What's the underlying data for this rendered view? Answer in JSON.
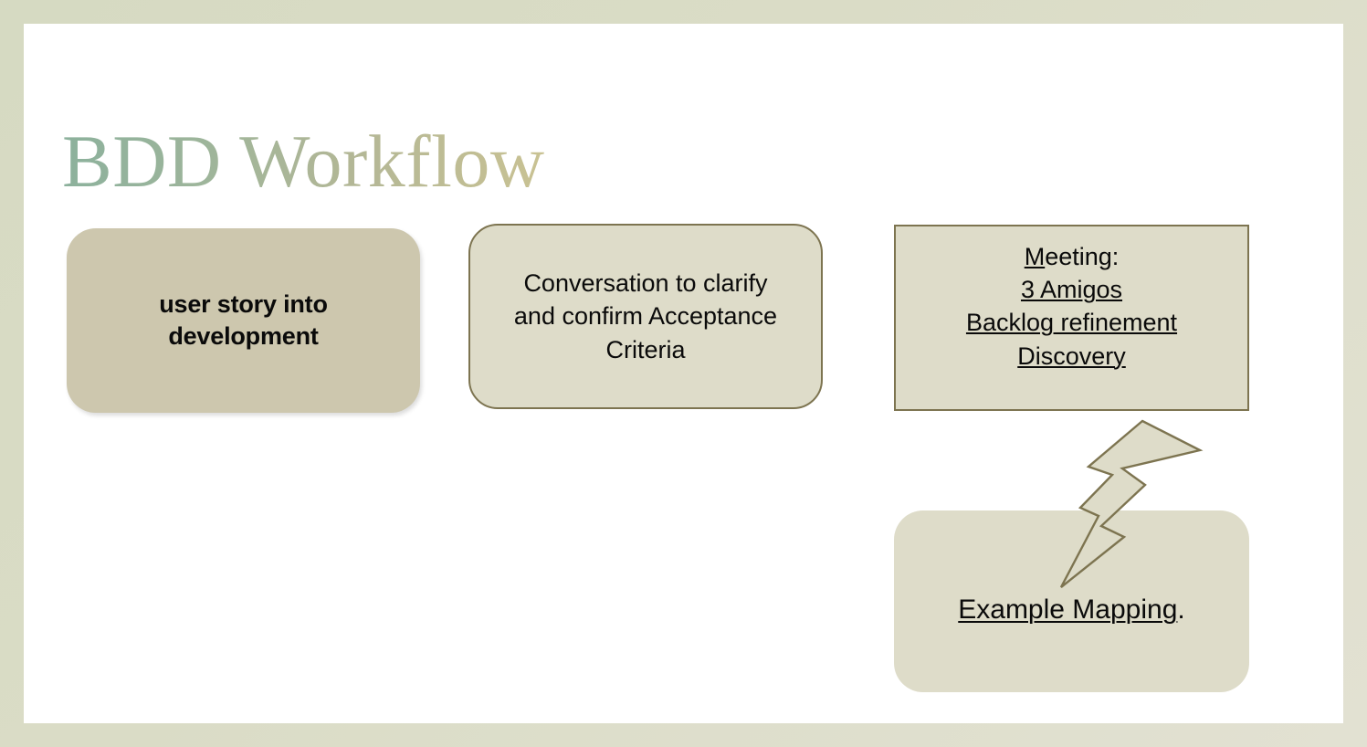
{
  "slide": {
    "title": "BDD Workflow",
    "theme": {
      "frame_color": "#d8dbc6",
      "canvas_color": "#ffffff",
      "title_gradient_start": "#8cb19c",
      "title_gradient_end": "#c9c293",
      "box_fill_dark": "#cdc7ae",
      "box_fill_light": "#dedcc9",
      "box_border": "#7d7450",
      "text_color": "#0a0a0a"
    }
  },
  "boxes": {
    "story": {
      "line1": "user story into",
      "line2": "development"
    },
    "conversation": {
      "line1": "Conversation to clarify",
      "line2": "and confirm Acceptance",
      "line3": "Criteria"
    },
    "meeting": {
      "line1_underlined": "M",
      "line1_rest": "eeting:",
      "line2": "3 Amigos",
      "line3": "Backlog refinement",
      "line4": "Discovery"
    },
    "mapping": {
      "underlined": "Example Mapping",
      "suffix": "."
    }
  },
  "connector": {
    "icon": "lightning-bolt-icon",
    "fill": "#dedcc9",
    "stroke": "#7d7450",
    "from": "meeting",
    "to": "mapping"
  }
}
